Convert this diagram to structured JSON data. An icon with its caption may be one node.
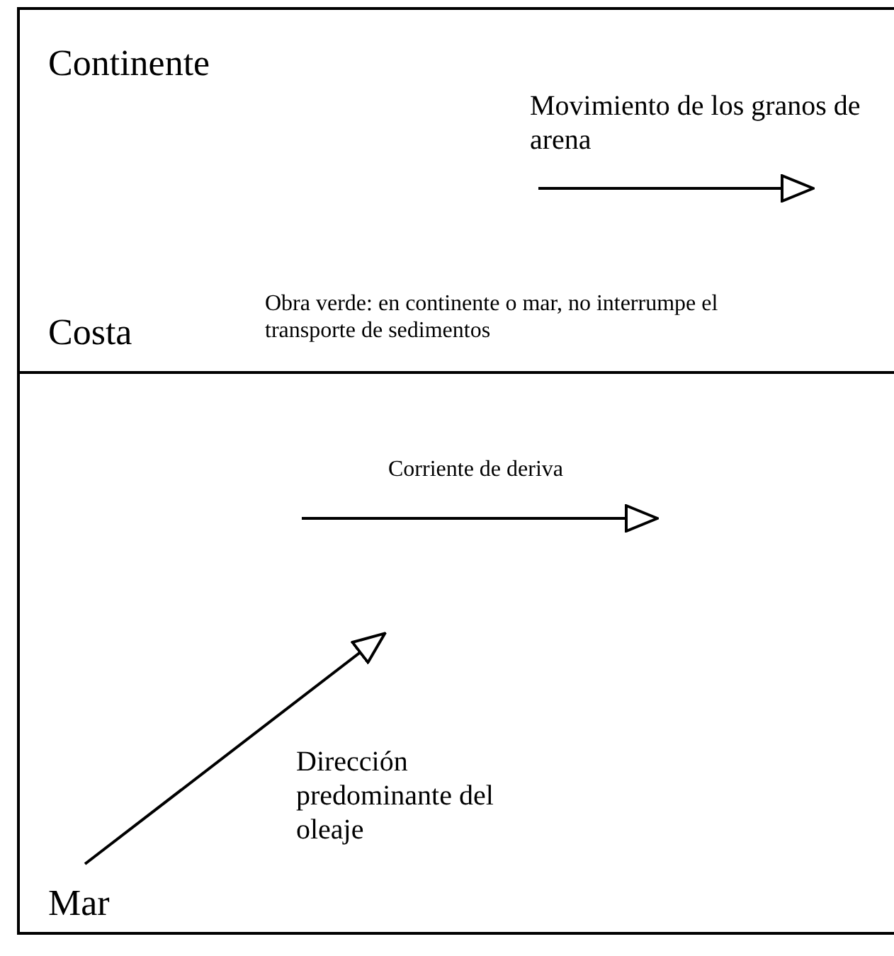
{
  "diagram": {
    "nodes": [
      {
        "text": [
          "Continente"
        ]
      },
      {
        "text": [
          "Mar"
        ]
      }
    ],
    "labels": [
      "Movimiento de los granos de arena",
      "Obra verde: en continente o mar, no interrumpe el transporte de sedimentos",
      "Costa",
      "Corriente de deriva",
      "Dirección predominante del oleaje"
    ]
  }
}
